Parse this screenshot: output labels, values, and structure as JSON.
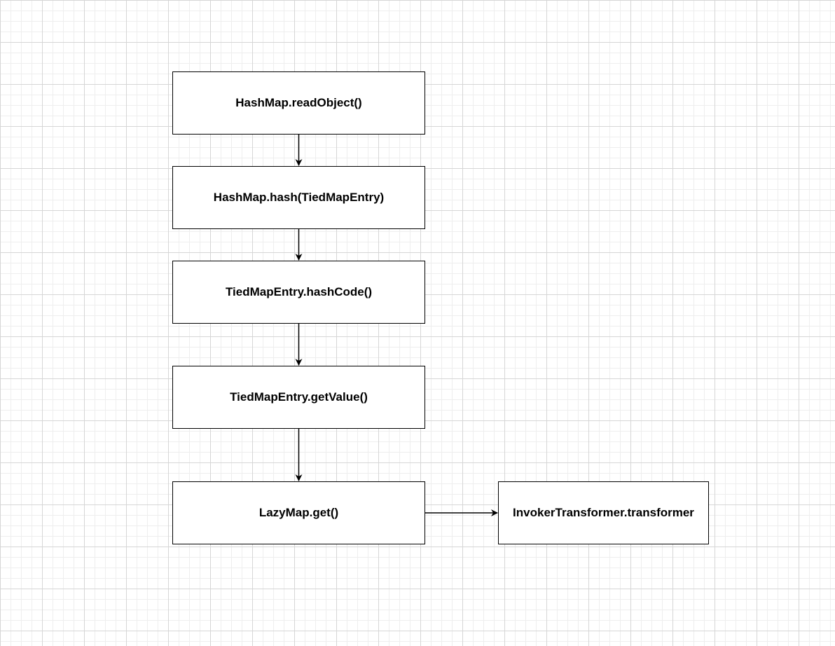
{
  "diagram": {
    "nodes": [
      {
        "id": "n1",
        "label": "HashMap.readObject()"
      },
      {
        "id": "n2",
        "label": "HashMap.hash(TiedMapEntry)"
      },
      {
        "id": "n3",
        "label": "TiedMapEntry.hashCode()"
      },
      {
        "id": "n4",
        "label": "TiedMapEntry.getValue()"
      },
      {
        "id": "n5",
        "label": "LazyMap.get()"
      },
      {
        "id": "n6",
        "label": "InvokerTransformer.transformer"
      }
    ],
    "edges": [
      {
        "from": "n1",
        "to": "n2"
      },
      {
        "from": "n2",
        "to": "n3"
      },
      {
        "from": "n3",
        "to": "n4"
      },
      {
        "from": "n4",
        "to": "n5"
      },
      {
        "from": "n5",
        "to": "n6"
      }
    ],
    "colors": {
      "stroke": "#000000",
      "fill": "#ffffff",
      "grid": "#d6d6d6"
    }
  }
}
